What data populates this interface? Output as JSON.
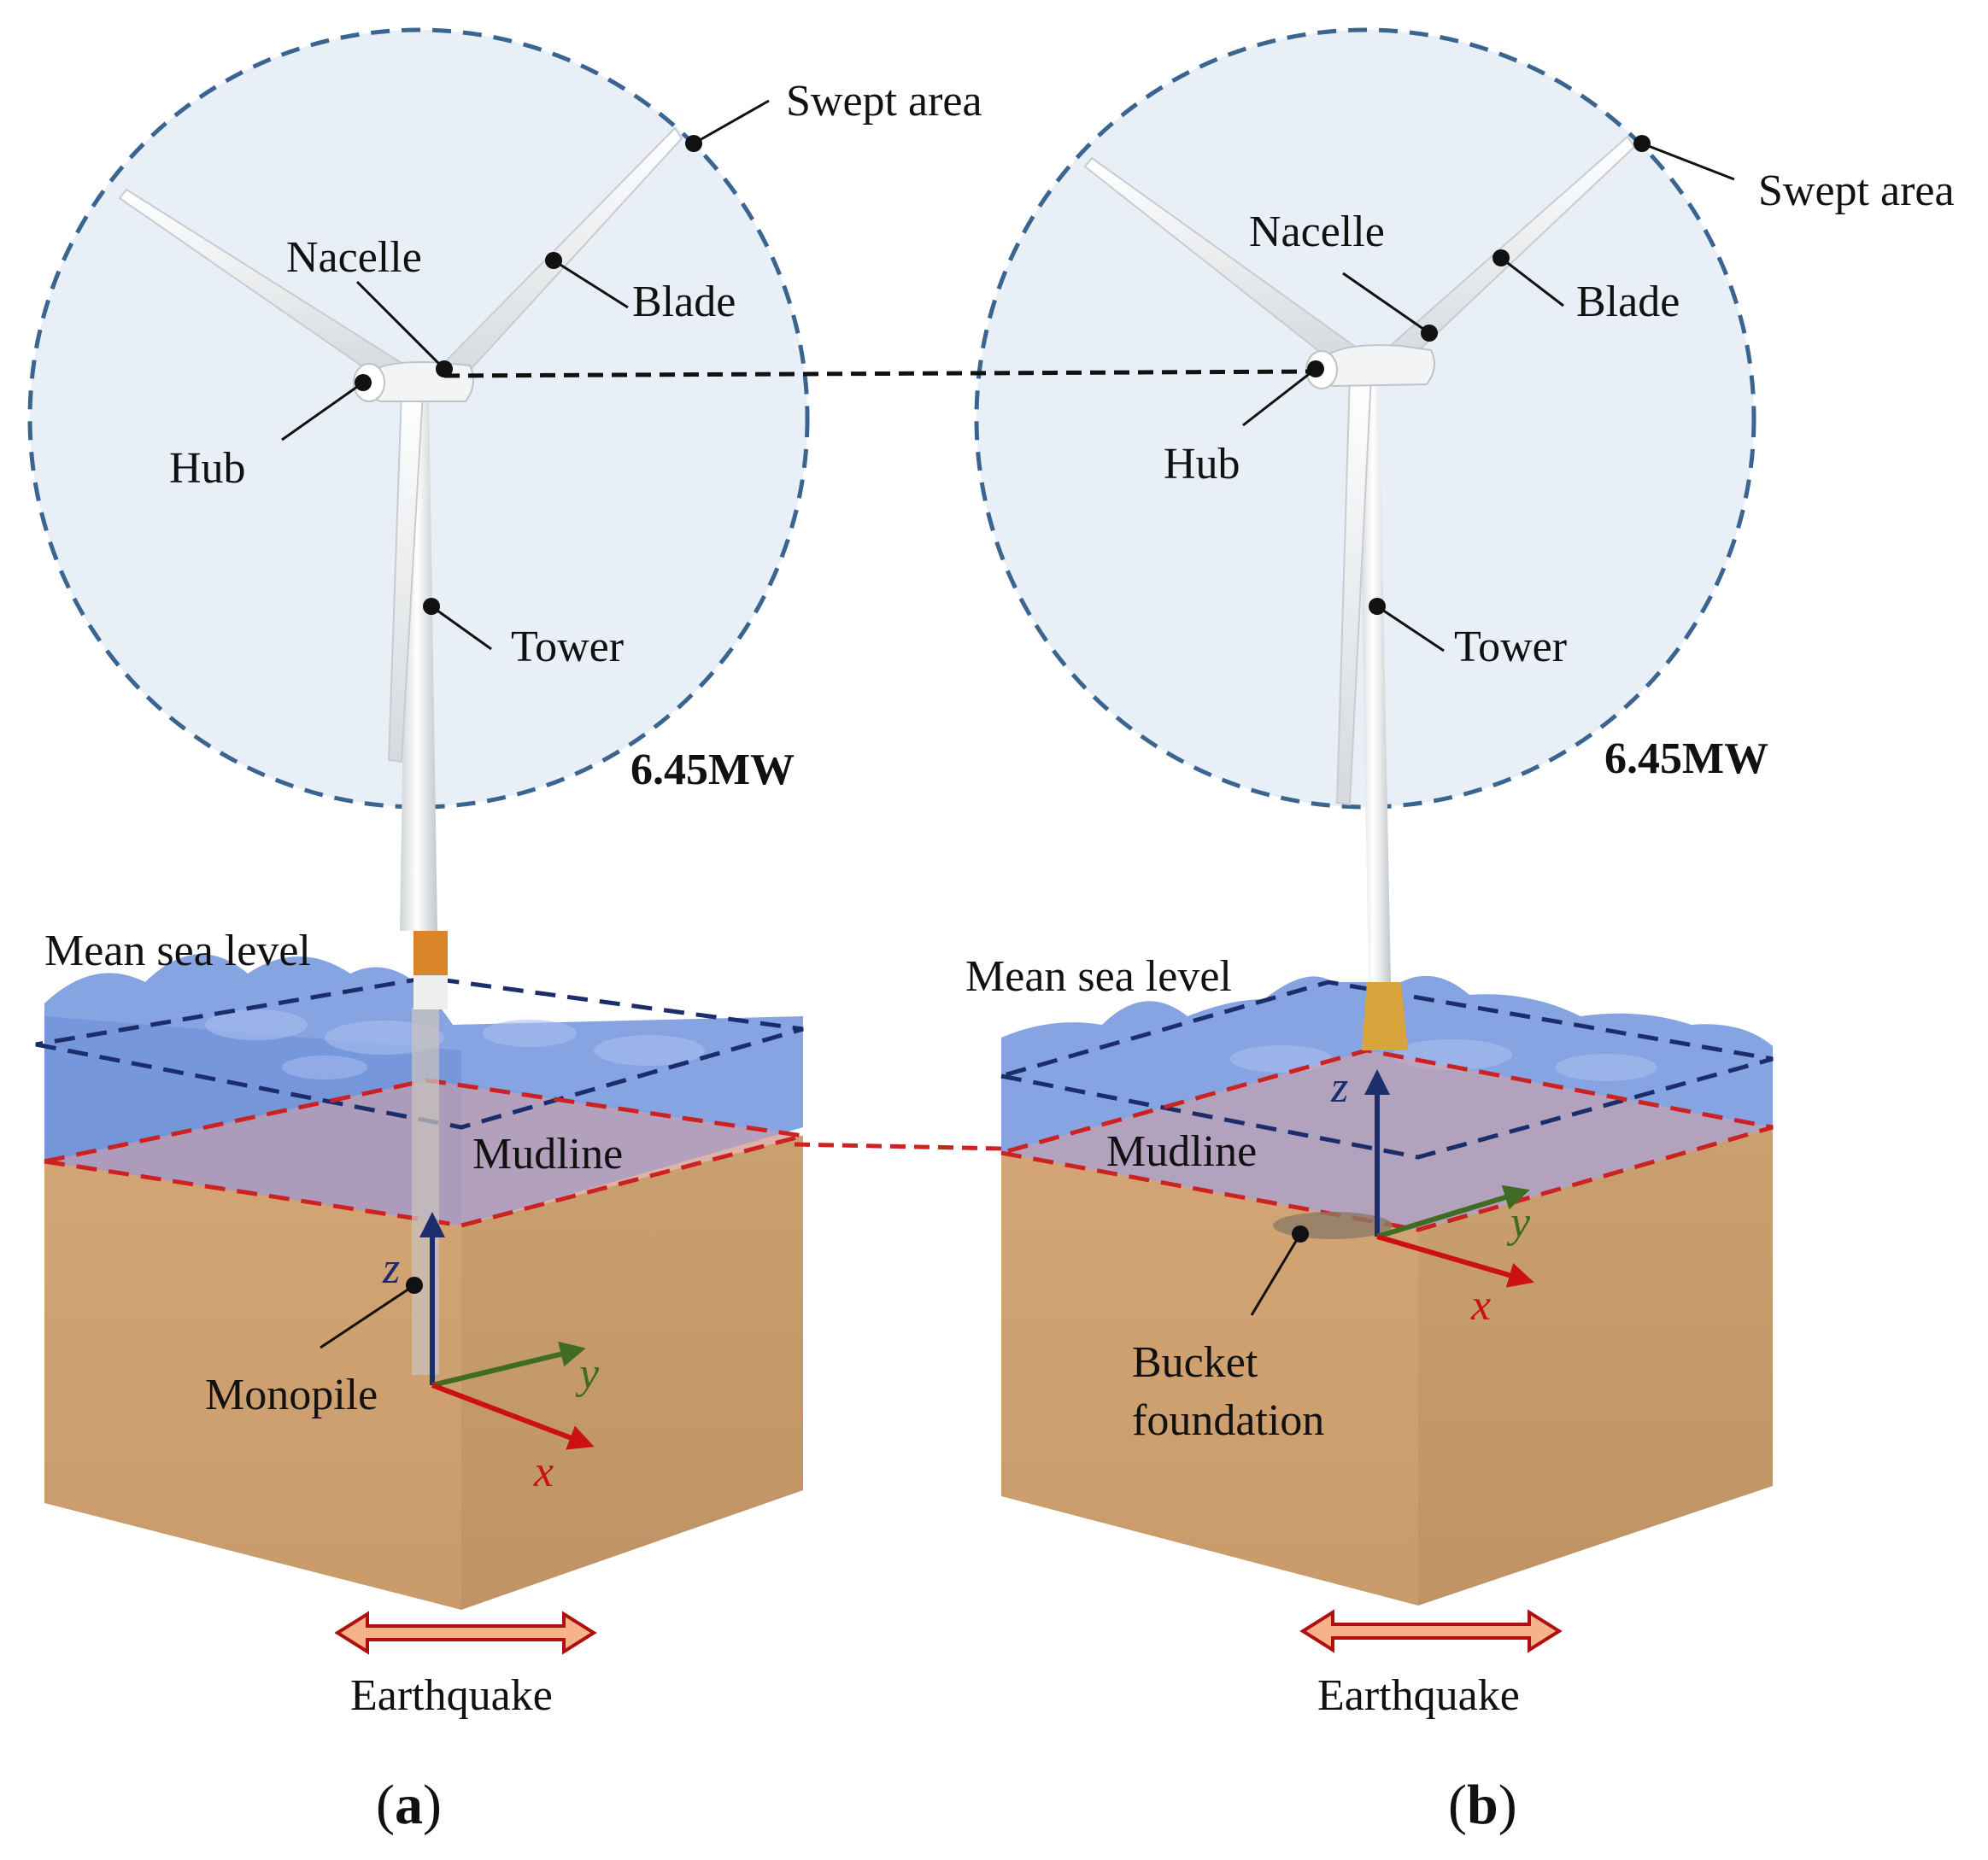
{
  "labels": {
    "swept_area": "Swept area",
    "blade": "Blade",
    "nacelle": "Nacelle",
    "hub": "Hub",
    "tower": "Tower",
    "rating": "6.45MW",
    "mean_sea_level": "Mean sea level",
    "mudline": "Mudline",
    "monopile": "Monopile",
    "bucket_line1": "Bucket",
    "bucket_line2": "foundation",
    "earthquake": "Earthquake",
    "axis_x": "x",
    "axis_y": "y",
    "axis_z": "z"
  },
  "panels": {
    "a": {
      "open": "(",
      "letter": "a",
      "close": ")"
    },
    "b": {
      "open": "(",
      "letter": "b",
      "close": ")"
    }
  },
  "colors": {
    "swept_area_fill": "#e8eff7",
    "swept_area_stroke": "#3a6590",
    "water": "#7f9fdf",
    "water_dark": "#6384cf",
    "soil": "#d7ac7b",
    "soil_dark": "#c99c6c",
    "mudline_dash": "#cc2222",
    "sea_level_dash": "#1b2d6b",
    "axis_x": "#cc1111",
    "axis_y": "#3f6b22",
    "axis_z": "#1b2d6b",
    "transition_piece": "#d9862b",
    "earthquake_arrow": "#b01010",
    "earthquake_fill": "#f6b38a"
  }
}
